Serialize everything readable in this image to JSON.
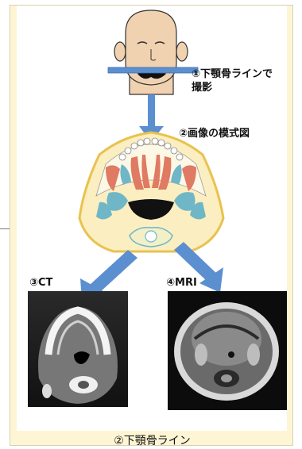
{
  "labels": {
    "step1_line1": "①下顎骨ラインで",
    "step1_line2": "撮影",
    "step2": "②画像の模式図",
    "step3": "③CT",
    "step4": "④MRI"
  },
  "caption": "②下顎骨ライン",
  "colors": {
    "panel_bg": "#fdf5d4",
    "arrow": "#5b8fd0",
    "face": "#f1d2b0",
    "neck_outline": "#e9c24f",
    "muscle_red": "#e07a62",
    "muscle_blue": "#6fb7c7",
    "tongue_black": "#111111"
  }
}
